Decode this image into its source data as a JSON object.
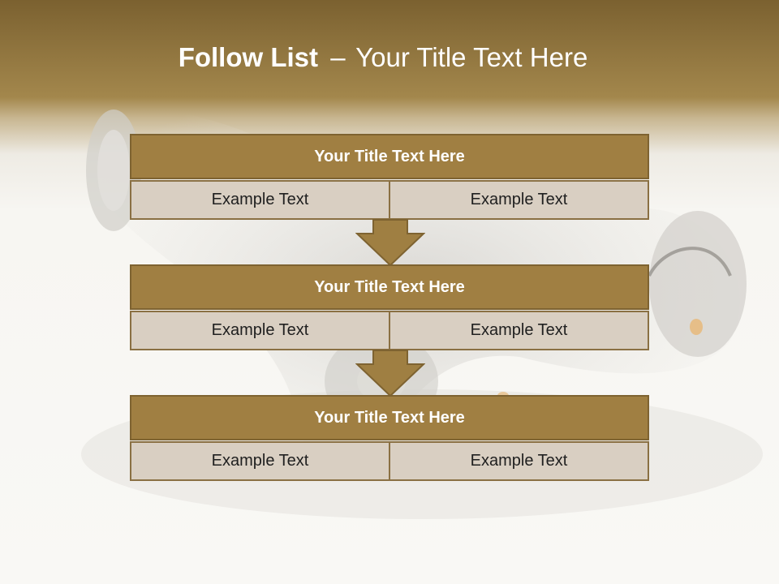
{
  "slide": {
    "title_bold": "Follow List",
    "title_dash": "–",
    "title_rest": "Your Title Text Here"
  },
  "blocks": [
    {
      "title": "Your Title Text Here",
      "left": "Example Text",
      "right": "Example Text"
    },
    {
      "title": "Your Title Text Here",
      "left": "Example Text",
      "right": "Example Text"
    },
    {
      "title": "Your Title Text Here",
      "left": "Example Text",
      "right": "Example Text"
    }
  ],
  "colors": {
    "header_brown": "#7b6130",
    "block_title_fill": "#a07f42",
    "cell_fill": "#d9cfc2"
  },
  "icons": {
    "arrow": "down-arrow-icon"
  }
}
